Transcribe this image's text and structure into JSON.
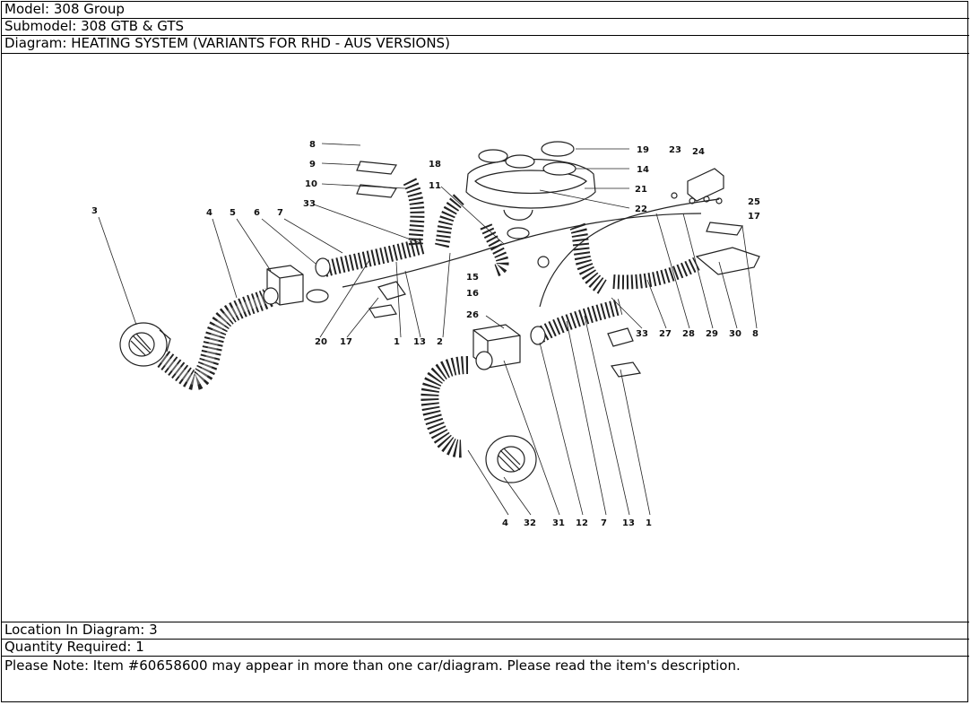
{
  "header": {
    "model_label": "Model:",
    "model_value": "308 Group",
    "submodel_label": "Submodel:",
    "submodel_value": "308 GTB & GTS",
    "diagram_label": "Diagram:",
    "diagram_value": "HEATING SYSTEM (VARIANTS FOR RHD - AUS VERSIONS)"
  },
  "footer": {
    "location_label": "Location In Diagram:",
    "location_value": "3",
    "quantity_label": "Quantity Required:",
    "quantity_value": "1",
    "note": "Please Note: Item #60658600 may appear in more than one car/diagram. Please read the item's description."
  },
  "callouts": [
    "8",
    "9",
    "18",
    "10",
    "11",
    "19",
    "14",
    "21",
    "22",
    "23",
    "24",
    "25",
    "17",
    "3",
    "4",
    "5",
    "6",
    "7",
    "33",
    "15",
    "16",
    "20",
    "17",
    "1",
    "13",
    "2",
    "26",
    "33",
    "27",
    "28",
    "29",
    "30",
    "8",
    "4",
    "32",
    "31",
    "12",
    "7",
    "13",
    "1"
  ]
}
